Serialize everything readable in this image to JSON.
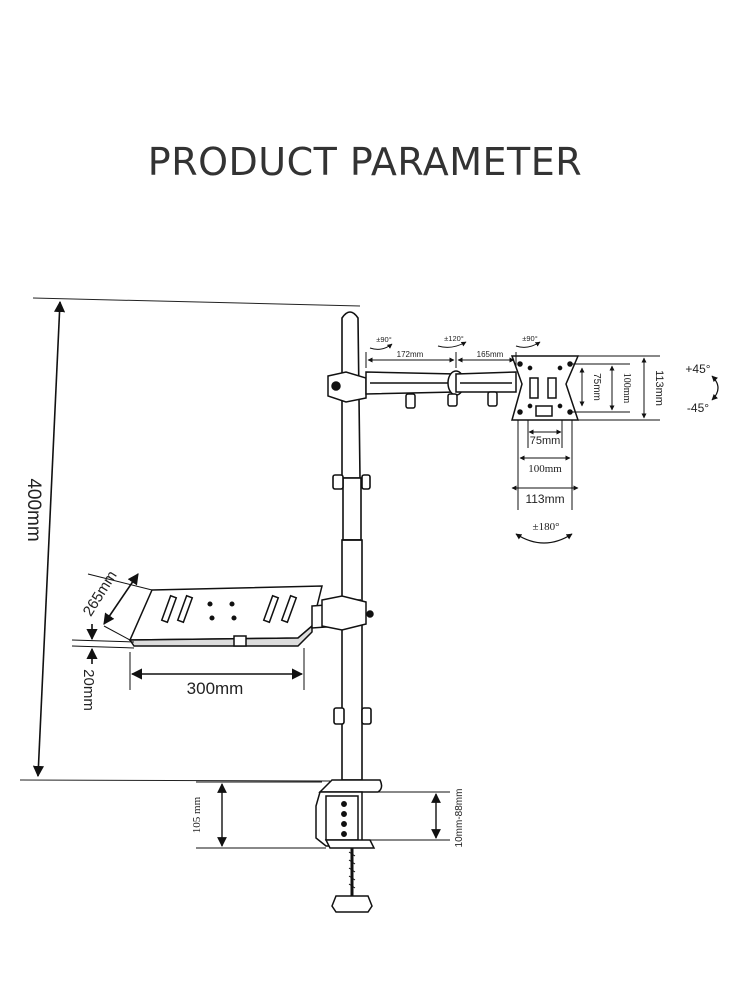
{
  "title": "PRODUCT PARAMETER",
  "dimensions": {
    "pole_height": "400mm",
    "arm_seg1": "172mm",
    "arm_seg2": "165mm",
    "swivel_left": "±90°",
    "swivel_mid": "±120°",
    "swivel_right": "±90°",
    "tilt_up": "+45°",
    "tilt_down": "-45°",
    "rotate": "±180°",
    "vesa_h_75": "75mm",
    "vesa_h_100": "100mm",
    "vesa_h_113": "113mm",
    "vesa_v_75": "75mm",
    "vesa_v_100": "100mm",
    "vesa_v_113": "113mm",
    "tray_depth": "265mm",
    "tray_width": "300mm",
    "tray_thickness": "20mm",
    "clamp_height": "105 mm",
    "desk_thickness": "10mm-88mm"
  }
}
